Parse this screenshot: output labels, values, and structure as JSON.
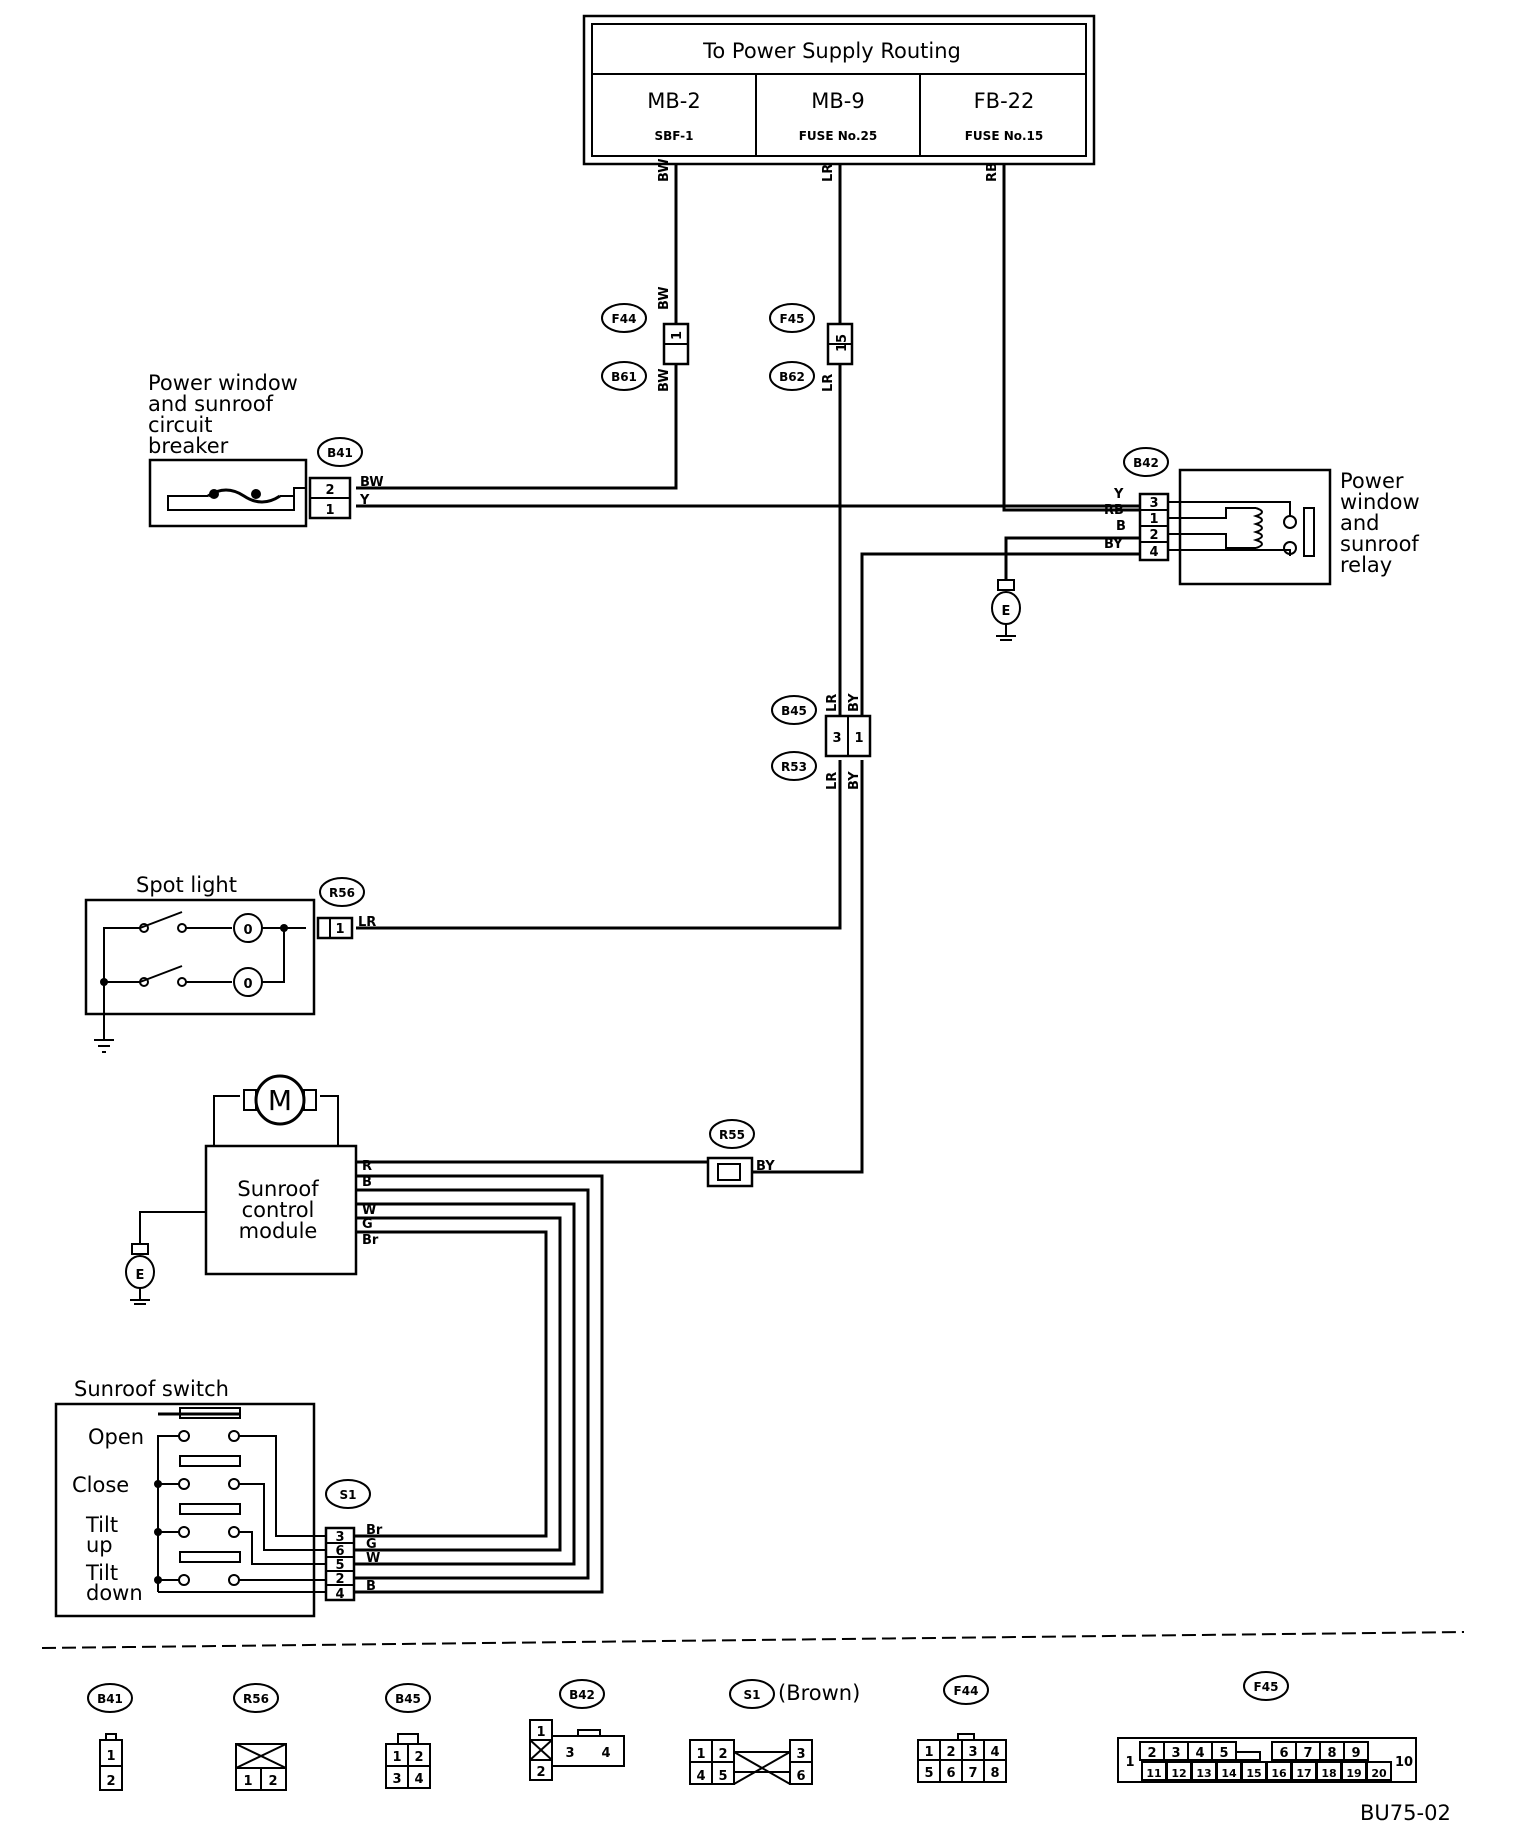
{
  "power_supply": {
    "title": "To Power Supply Routing",
    "cols": [
      {
        "top": "MB-2",
        "sub": "SBF-1"
      },
      {
        "top": "MB-9",
        "sub": "FUSE No.25"
      },
      {
        "top": "FB-22",
        "sub": "FUSE No.15"
      }
    ]
  },
  "wires": {
    "bw": "BW",
    "lr": "LR",
    "rb": "RB",
    "y": "Y",
    "b": "B",
    "by": "BY",
    "r": "R",
    "w": "W",
    "g": "G",
    "br": "Br"
  },
  "connectors": {
    "f44": "F44",
    "b61": "B61",
    "f45": "F45",
    "b62": "B62",
    "b41": "B41",
    "b42": "B42",
    "b45": "B45",
    "r53": "R53",
    "r56": "R56",
    "r55": "R55",
    "s1": "S1"
  },
  "components": {
    "breaker": [
      "Power window",
      "and sunroof",
      "circuit",
      "breaker"
    ],
    "relay": [
      "Power",
      "window",
      "and",
      "sunroof",
      "relay"
    ],
    "spot_light": "Spot light",
    "module": [
      "Sunroof",
      "control",
      "module"
    ],
    "sunroof_switch": "Sunroof switch",
    "switch_positions": {
      "open": "Open",
      "close": "Close",
      "tilt_up": [
        "Tilt",
        "up"
      ],
      "tilt_down": [
        "Tilt",
        "down"
      ]
    },
    "ground": "E",
    "motor": "M"
  },
  "pins": {
    "f44": "1",
    "f45": "15",
    "b41": [
      "2",
      "1"
    ],
    "b42": [
      "3",
      "1",
      "2",
      "4"
    ],
    "b45": [
      "3",
      "1"
    ],
    "r56": "1",
    "s1": [
      "3",
      "6",
      "5",
      "2",
      "4"
    ]
  },
  "legend": {
    "b41": "B41",
    "r56": "R56",
    "b45": "B45",
    "b42": "B42",
    "s1": "S1",
    "s1_color": "(Brown)",
    "f44": "F44",
    "f45": "F45"
  },
  "figure_id": "BU75-02"
}
